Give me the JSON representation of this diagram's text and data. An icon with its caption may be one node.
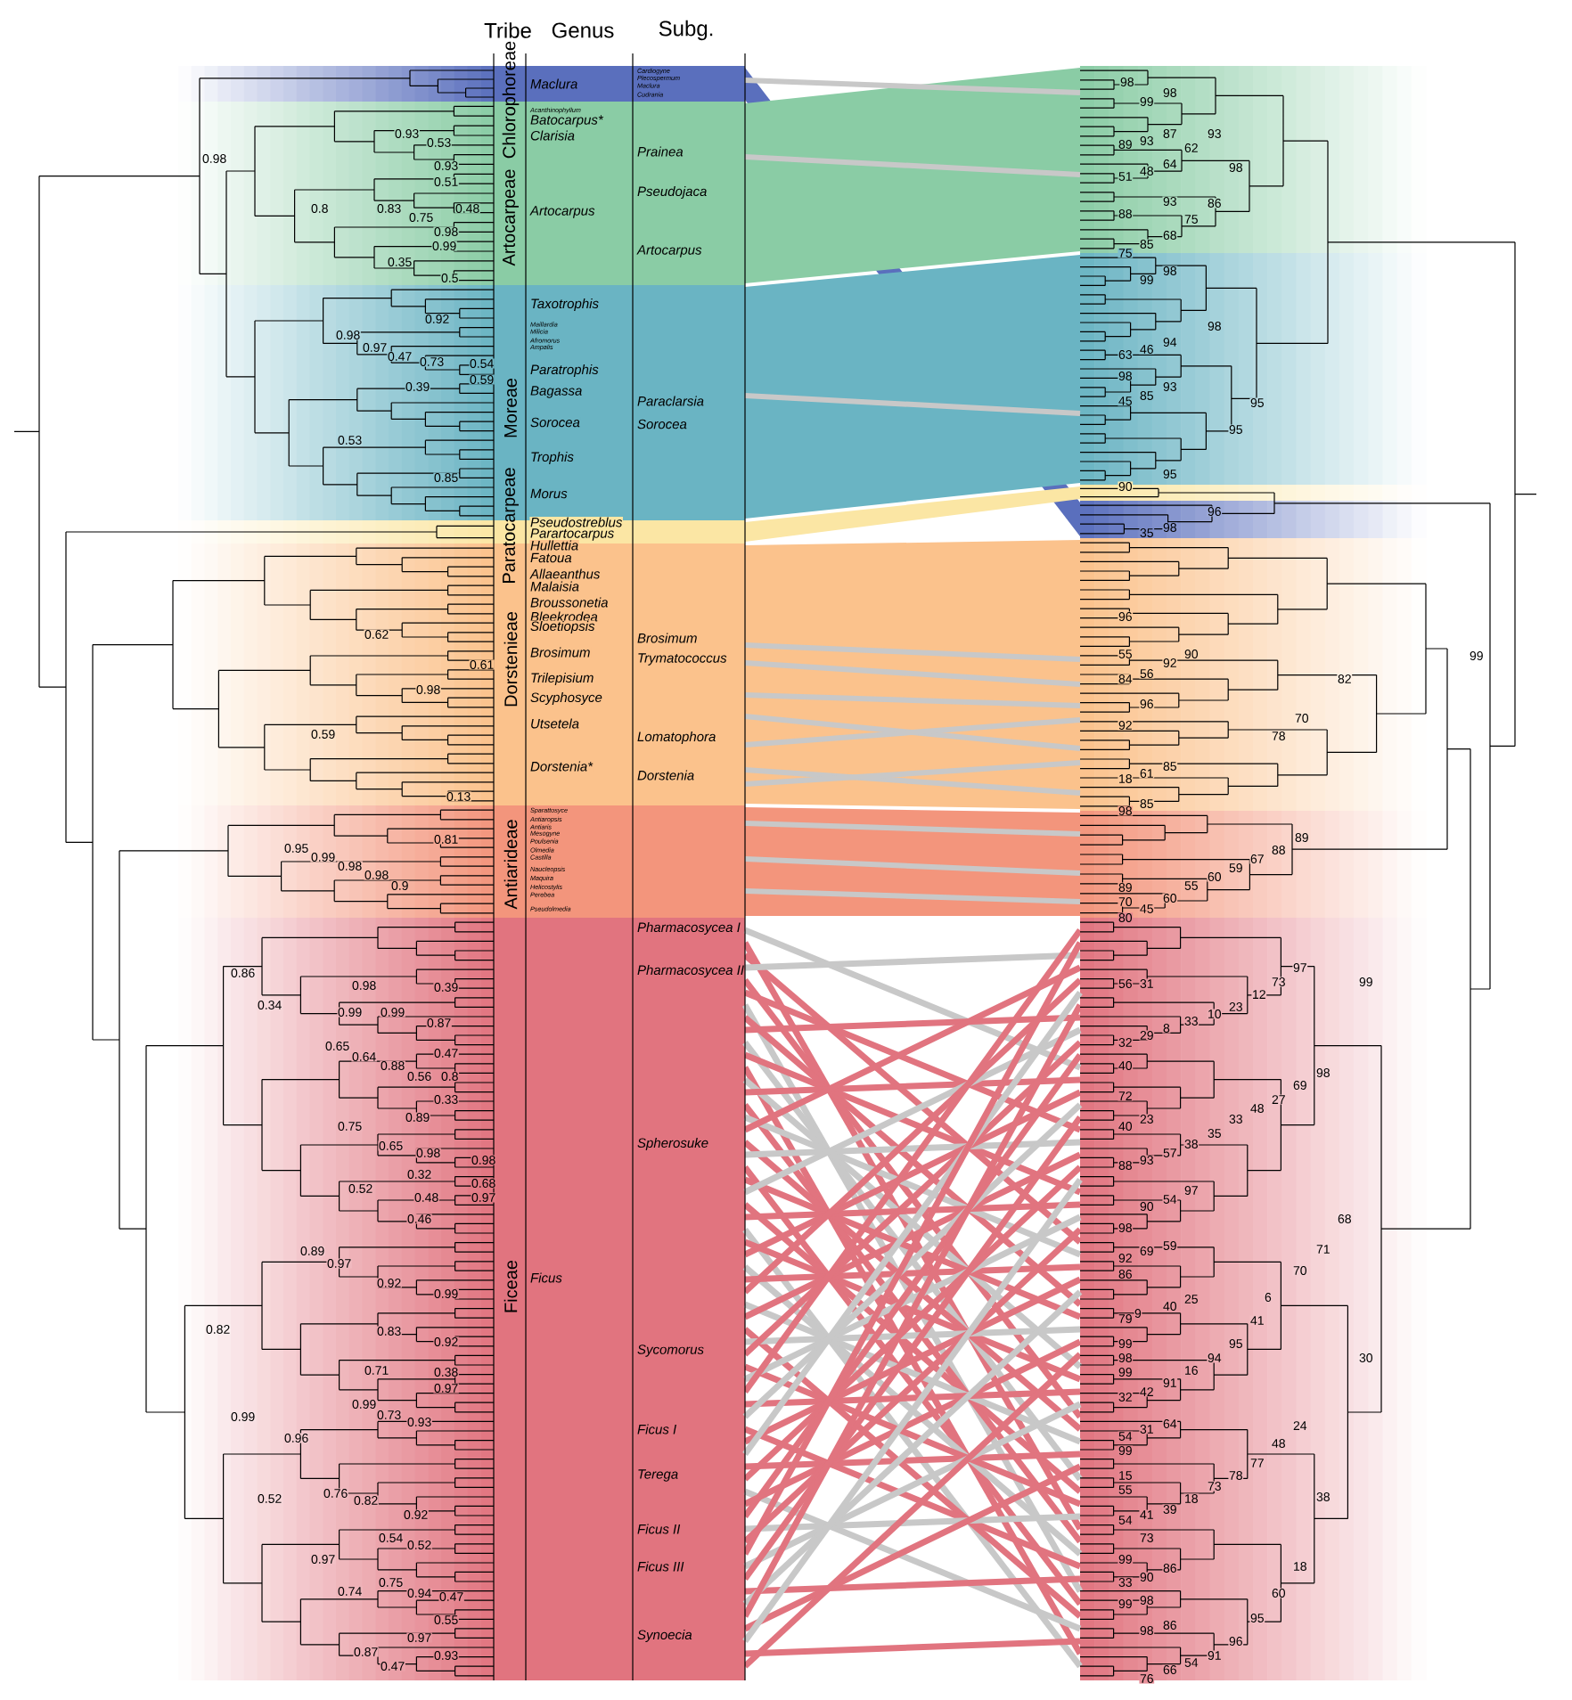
{
  "diagram": {
    "nodes": [
      {
        "text": [
          "Chlorophoreae"
        ]
      },
      {
        "text": [
          "Artocarpeae"
        ]
      },
      {
        "text": [
          "Moreae"
        ]
      },
      {
        "text": [
          "Paratocarpeae"
        ]
      },
      {
        "text": [
          "Dorstenieae"
        ]
      },
      {
        "text": [
          "Antiarideae"
        ]
      },
      {
        "text": [
          "Ficeae"
        ]
      }
    ],
    "labels": [
      "Tribe",
      "Genus",
      "Subg.",
      "Maclura",
      "Acanthinophyllum",
      "Batocarpus*",
      "Clarisia",
      "Artocarpus",
      "Taxotrophis",
      "Maillardia",
      "Milicia",
      "Afromorus",
      "Ampalis",
      "Paratrophis",
      "Bagassa",
      "Sorocea",
      "Trophis",
      "Morus",
      "Pseudostreblus",
      "Parartocarpus",
      "Hullettia",
      "Fatoua",
      "Allaeanthus",
      "Malaisia",
      "Broussonetia",
      "Bleekrodea",
      "Sloetiopsis",
      "Brosimum",
      "Trilepisium",
      "Scyphosyce",
      "Utsetela",
      "Dorstenia*",
      "Sparattosyce",
      "Antiaropsis",
      "Antiaris",
      "Mesogyne",
      "Poulsenia",
      "Olmedia",
      "Castilla",
      "Naucleopsis",
      "Maquira",
      "Helicostylis",
      "Perebea",
      "Pseudolmedia",
      "Ficus",
      "Cardiogyne",
      "Plecospermum",
      "Maclura",
      "Cudrania",
      "Prainea",
      "Pseudojaca",
      "Artocarpus",
      "Paraclarsia",
      "Sorocea",
      "Brosimum",
      "Trymatococcus",
      "Lomatophora",
      "Dorstenia",
      "Pharmacosycea I",
      "Pharmacosycea II",
      "Spherosuke",
      "Sycomorus",
      "Ficus I",
      "Terega",
      "Ficus II",
      "Ficus III",
      "Synoecia",
      "0.98",
      "0.93",
      "0.53",
      "0.93",
      "0.51",
      "0.8",
      "0.83",
      "0.75",
      "0.48",
      "0.98",
      "0.99",
      "0.35",
      "0.5",
      "0.92",
      "0.98",
      "0.97",
      "0.47",
      "0.73",
      "0.54",
      "0.39",
      "0.59",
      "0.53",
      "0.85",
      "0.62",
      "0.61",
      "0.98",
      "0.59",
      "0.13",
      "0.81",
      "0.95",
      "0.99",
      "0.98",
      "0.98",
      "0.9",
      "0.86",
      "0.34",
      "0.98",
      "0.39",
      "0.99",
      "0.99",
      "0.87",
      "0.65",
      "0.64",
      "0.47",
      "0.88",
      "0.56",
      "0.8",
      "0.33",
      "0.89",
      "0.75",
      "0.65",
      "0.98",
      "0.98",
      "0.32",
      "0.52",
      "0.68",
      "0.48",
      "0.97",
      "0.46",
      "0.89",
      "0.97",
      "0.92",
      "0.99",
      "0.82",
      "0.83",
      "0.92",
      "0.71",
      "0.38",
      "0.97",
      "0.99",
      "0.73",
      "0.93",
      "0.99",
      "0.96",
      "0.76",
      "0.82",
      "0.52",
      "0.92",
      "0.54",
      "0.52",
      "0.97",
      "0.75",
      "0.74",
      "0.94",
      "0.47",
      "0.55",
      "0.97",
      "0.87",
      "0.93",
      "0.47",
      "98",
      "99",
      "98",
      "93",
      "87",
      "62",
      "89",
      "93",
      "64",
      "48",
      "51",
      "98",
      "93",
      "86",
      "88",
      "75",
      "68",
      "85",
      "75",
      "98",
      "99",
      "98",
      "94",
      "46",
      "63",
      "98",
      "93",
      "85",
      "45",
      "95",
      "95",
      "95",
      "90",
      "96",
      "98",
      "35",
      "96",
      "90",
      "55",
      "92",
      "56",
      "84",
      "82",
      "99",
      "96",
      "70",
      "78",
      "92",
      "85",
      "61",
      "18",
      "85",
      "98",
      "89",
      "88",
      "67",
      "59",
      "60",
      "55",
      "89",
      "60",
      "70",
      "45",
      "80",
      "97",
      "73",
      "99",
      "56",
      "31",
      "12",
      "23",
      "10",
      "33",
      "8",
      "29",
      "32",
      "40",
      "98",
      "69",
      "27",
      "72",
      "48",
      "23",
      "33",
      "40",
      "35",
      "38",
      "57",
      "93",
      "88",
      "97",
      "54",
      "90",
      "68",
      "98",
      "59",
      "69",
      "92",
      "71",
      "70",
      "86",
      "25",
      "6",
      "40",
      "9",
      "79",
      "41",
      "95",
      "99",
      "94",
      "98",
      "16",
      "99",
      "91",
      "42",
      "32",
      "30",
      "24",
      "64",
      "31",
      "54",
      "48",
      "99",
      "77",
      "78",
      "15",
      "73",
      "38",
      "55",
      "18",
      "39",
      "41",
      "54",
      "73",
      "18",
      "99",
      "86",
      "90",
      "33",
      "60",
      "98",
      "99",
      "95",
      "86",
      "98",
      "96",
      "91",
      "54",
      "66",
      "76"
    ]
  }
}
